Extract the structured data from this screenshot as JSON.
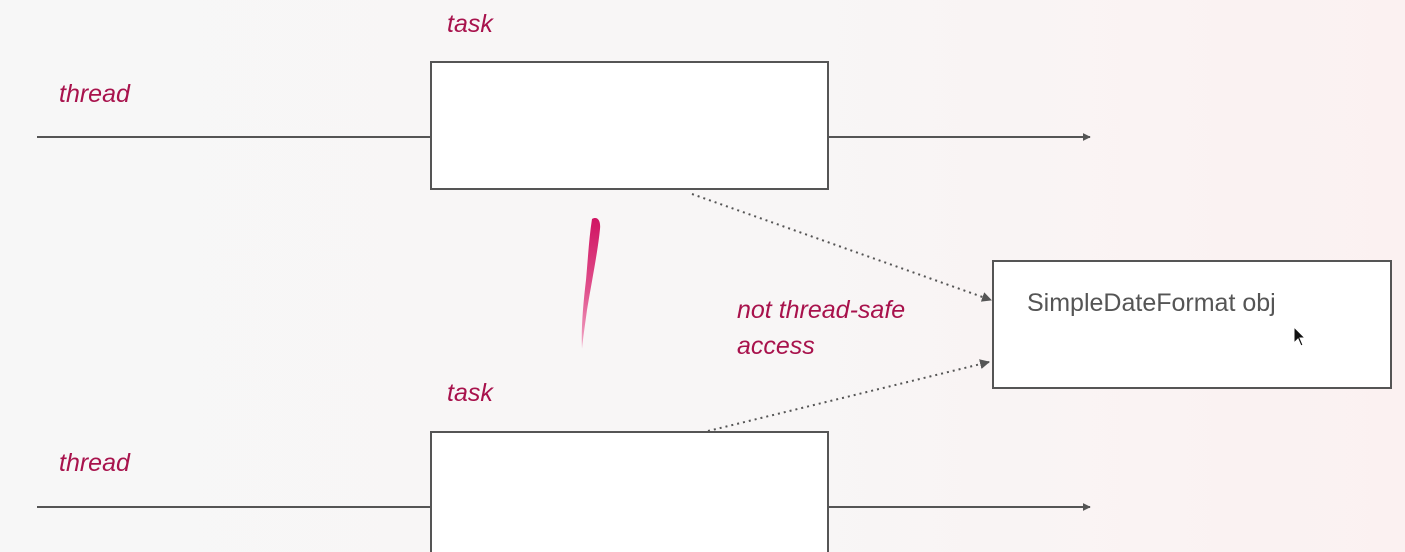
{
  "colors": {
    "accent_text": "#a8124c",
    "line": "#555555",
    "box_border": "#555555",
    "box_fill": "#ffffff",
    "object_text": "#555555",
    "annotation_stroke": "#d41466"
  },
  "labels": {
    "top_task": "task",
    "top_thread": "thread",
    "bottom_task": "task",
    "bottom_thread": "thread",
    "access_line1": "not thread-safe",
    "access_line2": "access",
    "object": "SimpleDateFormat obj"
  },
  "icons": {
    "cursor": "mouse-pointer-icon"
  }
}
